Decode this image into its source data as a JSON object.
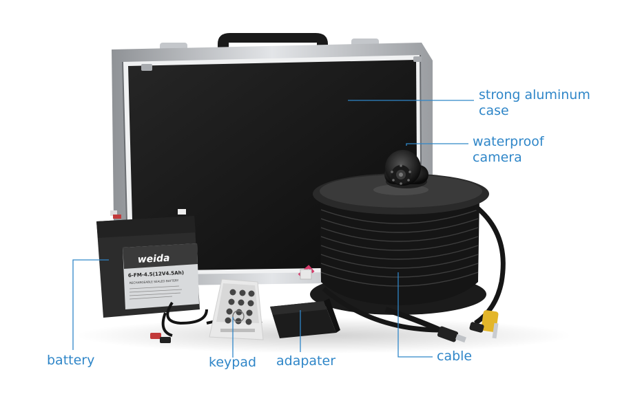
{
  "labels": {
    "case_line1": "strong aluminum",
    "case_line2": "case",
    "camera_line1": "waterproof",
    "camera_line2": "camera",
    "battery": "battery",
    "keypad": "keypad",
    "adapter": "adapater",
    "cable": "cable"
  },
  "battery_print": {
    "brand": "weida",
    "model": "6-FM-4.5(12V4.5Ah)",
    "subtitle": "RECHARGEABLE SEALED BATTERY"
  },
  "colors": {
    "callout": "#2f86c8",
    "case_frame": "#b9bcc0",
    "case_panel": "#111111",
    "battery_label": "#d8dadc"
  }
}
